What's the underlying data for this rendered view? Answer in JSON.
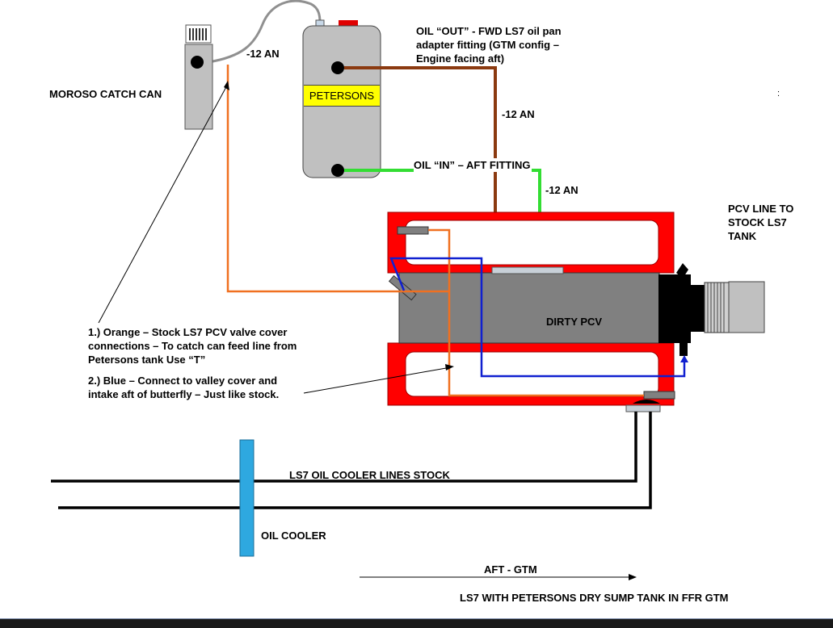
{
  "labels": {
    "moroso": "MOROSO CATCH CAN",
    "an_catch": "-12 AN",
    "an_out": "-12 AN",
    "an_in": "-12 AN",
    "petersons": "PETERSONS",
    "oil_out_1": "OIL “OUT” - FWD LS7 oil pan",
    "oil_out_2": "adapter fitting (GTM config –",
    "oil_out_3": "Engine facing aft)",
    "oil_in": "OIL “IN” – AFT FITTING",
    "pcv_line_1": "PCV LINE TO",
    "pcv_line_2": "STOCK LS7",
    "pcv_line_3": "TANK",
    "dirty_pcv": "DIRTY PCV",
    "note1_1": "1.) Orange – Stock LS7 PCV valve cover",
    "note1_2": "connections – To catch can feed line from",
    "note1_3": "Petersons tank  Use “T”",
    "note2_1": "2.) Blue – Connect to valley cover and",
    "note2_2": "intake aft of butterfly – Just like stock.",
    "cooler_lines": "LS7 OIL COOLER LINES STOCK",
    "oil_cooler": "OIL COOLER",
    "aft": "AFT - GTM",
    "caption": "LS7 WITH PETERSONS DRY SUMP TANK IN FFR GTM",
    "stray": ":"
  },
  "colors": {
    "orange_line": "#f07020",
    "blue_line": "#1020d0",
    "green_line": "#33dd33",
    "brown_line": "#8b3a10",
    "engine_red": "#ff0000",
    "tank_gray": "#c0c0c0",
    "engine_gray": "#808080",
    "cooler_blue": "#2ea8e0",
    "label_yellow": "#ffff00"
  }
}
